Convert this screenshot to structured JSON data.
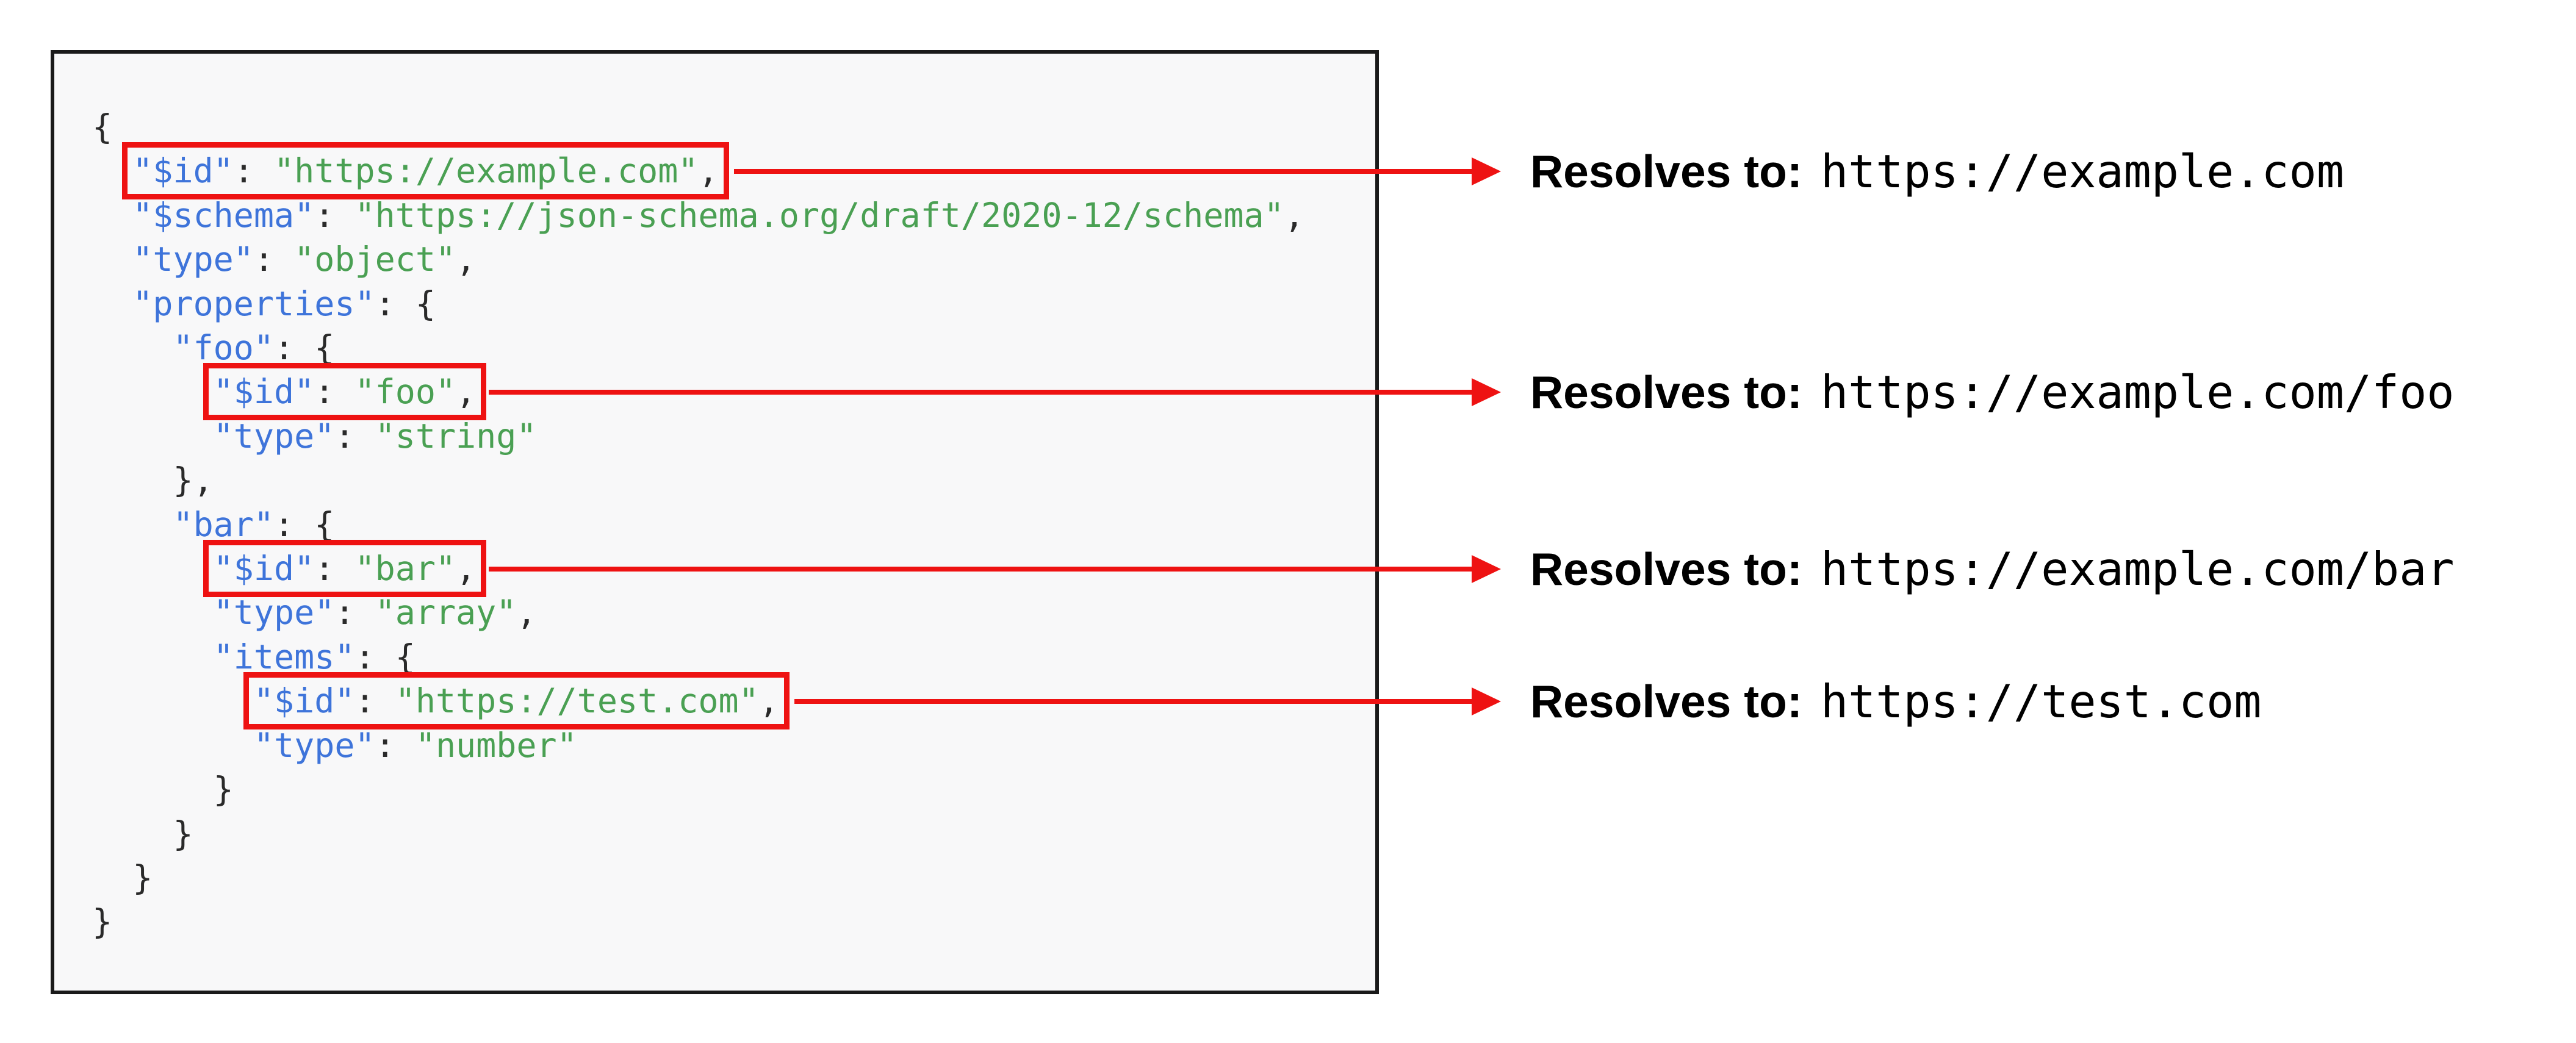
{
  "code_panel": {
    "language": "json",
    "lines": [
      {
        "tokens": [
          {
            "t": "p",
            "v": "{"
          }
        ]
      },
      {
        "tokens": [
          {
            "t": "p",
            "v": "  "
          },
          {
            "t": "box",
            "tokens": [
              {
                "t": "k",
                "v": "\"$id\""
              },
              {
                "t": "p",
                "v": ": "
              },
              {
                "t": "s",
                "v": "\"https://example.com\""
              },
              {
                "t": "p",
                "v": ","
              }
            ]
          }
        ]
      },
      {
        "tokens": [
          {
            "t": "p",
            "v": "  "
          },
          {
            "t": "k",
            "v": "\"$schema\""
          },
          {
            "t": "p",
            "v": ": "
          },
          {
            "t": "s",
            "v": "\"https://json-schema.org/draft/2020-12/schema\""
          },
          {
            "t": "p",
            "v": ","
          }
        ]
      },
      {
        "tokens": [
          {
            "t": "p",
            "v": "  "
          },
          {
            "t": "k",
            "v": "\"type\""
          },
          {
            "t": "p",
            "v": ": "
          },
          {
            "t": "s",
            "v": "\"object\""
          },
          {
            "t": "p",
            "v": ","
          }
        ]
      },
      {
        "tokens": [
          {
            "t": "p",
            "v": "  "
          },
          {
            "t": "k",
            "v": "\"properties\""
          },
          {
            "t": "p",
            "v": ": {"
          }
        ]
      },
      {
        "tokens": [
          {
            "t": "p",
            "v": "    "
          },
          {
            "t": "k",
            "v": "\"foo\""
          },
          {
            "t": "p",
            "v": ": {"
          }
        ]
      },
      {
        "tokens": [
          {
            "t": "p",
            "v": "      "
          },
          {
            "t": "box",
            "tokens": [
              {
                "t": "k",
                "v": "\"$id\""
              },
              {
                "t": "p",
                "v": ": "
              },
              {
                "t": "s",
                "v": "\"foo\""
              },
              {
                "t": "p",
                "v": ","
              }
            ]
          }
        ]
      },
      {
        "tokens": [
          {
            "t": "p",
            "v": "      "
          },
          {
            "t": "k",
            "v": "\"type\""
          },
          {
            "t": "p",
            "v": ": "
          },
          {
            "t": "s",
            "v": "\"string\""
          }
        ]
      },
      {
        "tokens": [
          {
            "t": "p",
            "v": "    },"
          }
        ]
      },
      {
        "tokens": [
          {
            "t": "p",
            "v": "    "
          },
          {
            "t": "k",
            "v": "\"bar\""
          },
          {
            "t": "p",
            "v": ": {"
          }
        ]
      },
      {
        "tokens": [
          {
            "t": "p",
            "v": "      "
          },
          {
            "t": "box",
            "tokens": [
              {
                "t": "k",
                "v": "\"$id\""
              },
              {
                "t": "p",
                "v": ": "
              },
              {
                "t": "s",
                "v": "\"bar\""
              },
              {
                "t": "p",
                "v": ","
              }
            ]
          }
        ]
      },
      {
        "tokens": [
          {
            "t": "p",
            "v": "      "
          },
          {
            "t": "k",
            "v": "\"type\""
          },
          {
            "t": "p",
            "v": ": "
          },
          {
            "t": "s",
            "v": "\"array\""
          },
          {
            "t": "p",
            "v": ","
          }
        ]
      },
      {
        "tokens": [
          {
            "t": "p",
            "v": "      "
          },
          {
            "t": "k",
            "v": "\"items\""
          },
          {
            "t": "p",
            "v": ": {"
          }
        ]
      },
      {
        "tokens": [
          {
            "t": "p",
            "v": "        "
          },
          {
            "t": "box",
            "tokens": [
              {
                "t": "k",
                "v": "\"$id\""
              },
              {
                "t": "p",
                "v": ": "
              },
              {
                "t": "s",
                "v": "\"https://test.com\""
              },
              {
                "t": "p",
                "v": ","
              }
            ]
          }
        ]
      },
      {
        "tokens": [
          {
            "t": "p",
            "v": "        "
          },
          {
            "t": "k",
            "v": "\"type\""
          },
          {
            "t": "p",
            "v": ": "
          },
          {
            "t": "s",
            "v": "\"number\""
          }
        ]
      },
      {
        "tokens": [
          {
            "t": "p",
            "v": "      }"
          }
        ]
      },
      {
        "tokens": [
          {
            "t": "p",
            "v": "    }"
          }
        ]
      },
      {
        "tokens": [
          {
            "t": "p",
            "v": "  }"
          }
        ]
      },
      {
        "tokens": [
          {
            "t": "p",
            "v": "}"
          }
        ]
      }
    ]
  },
  "annotations": [
    {
      "label": "Resolves to:",
      "value": "https://example.com"
    },
    {
      "label": "Resolves to:",
      "value": "https://example.com/foo"
    },
    {
      "label": "Resolves to:",
      "value": "https://example.com/bar"
    },
    {
      "label": "Resolves to:",
      "value": "https://test.com"
    }
  ],
  "colors": {
    "key": "#3e74da",
    "string": "#4aa053",
    "punctuation": "#2a2a2a",
    "highlight_red": "#ee1212",
    "panel_border": "#1a1a1a",
    "panel_background": "#f8f8f9"
  }
}
